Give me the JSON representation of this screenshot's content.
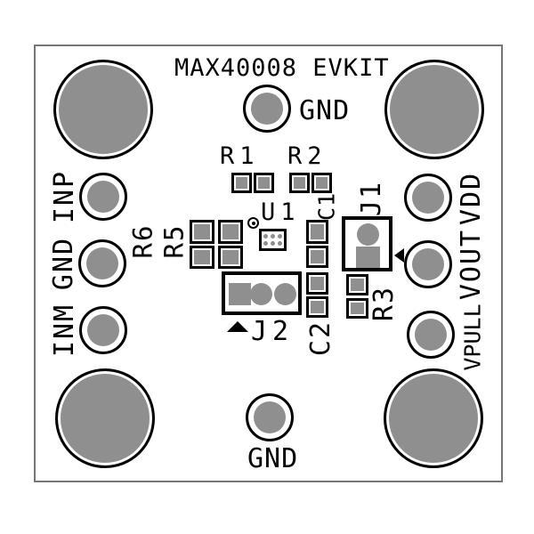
{
  "title": "MAX40008 EVKIT",
  "pads": {
    "top": "GND",
    "bottom": "GND",
    "left": [
      "INP",
      "GND",
      "INM"
    ],
    "right": [
      "VDD",
      "VOUT",
      "VPULL"
    ]
  },
  "components": {
    "r1": "R1",
    "r2": "R2",
    "r5": "R5",
    "r6": "R6",
    "u1": "U1",
    "c1": "C1",
    "c2": "C2",
    "r3": "R3",
    "j1": "J1",
    "j2": "J2"
  },
  "colors": {
    "copper_gray": "#8f8f8f",
    "silkscreen": "#000000",
    "board_outline": "#757575"
  }
}
